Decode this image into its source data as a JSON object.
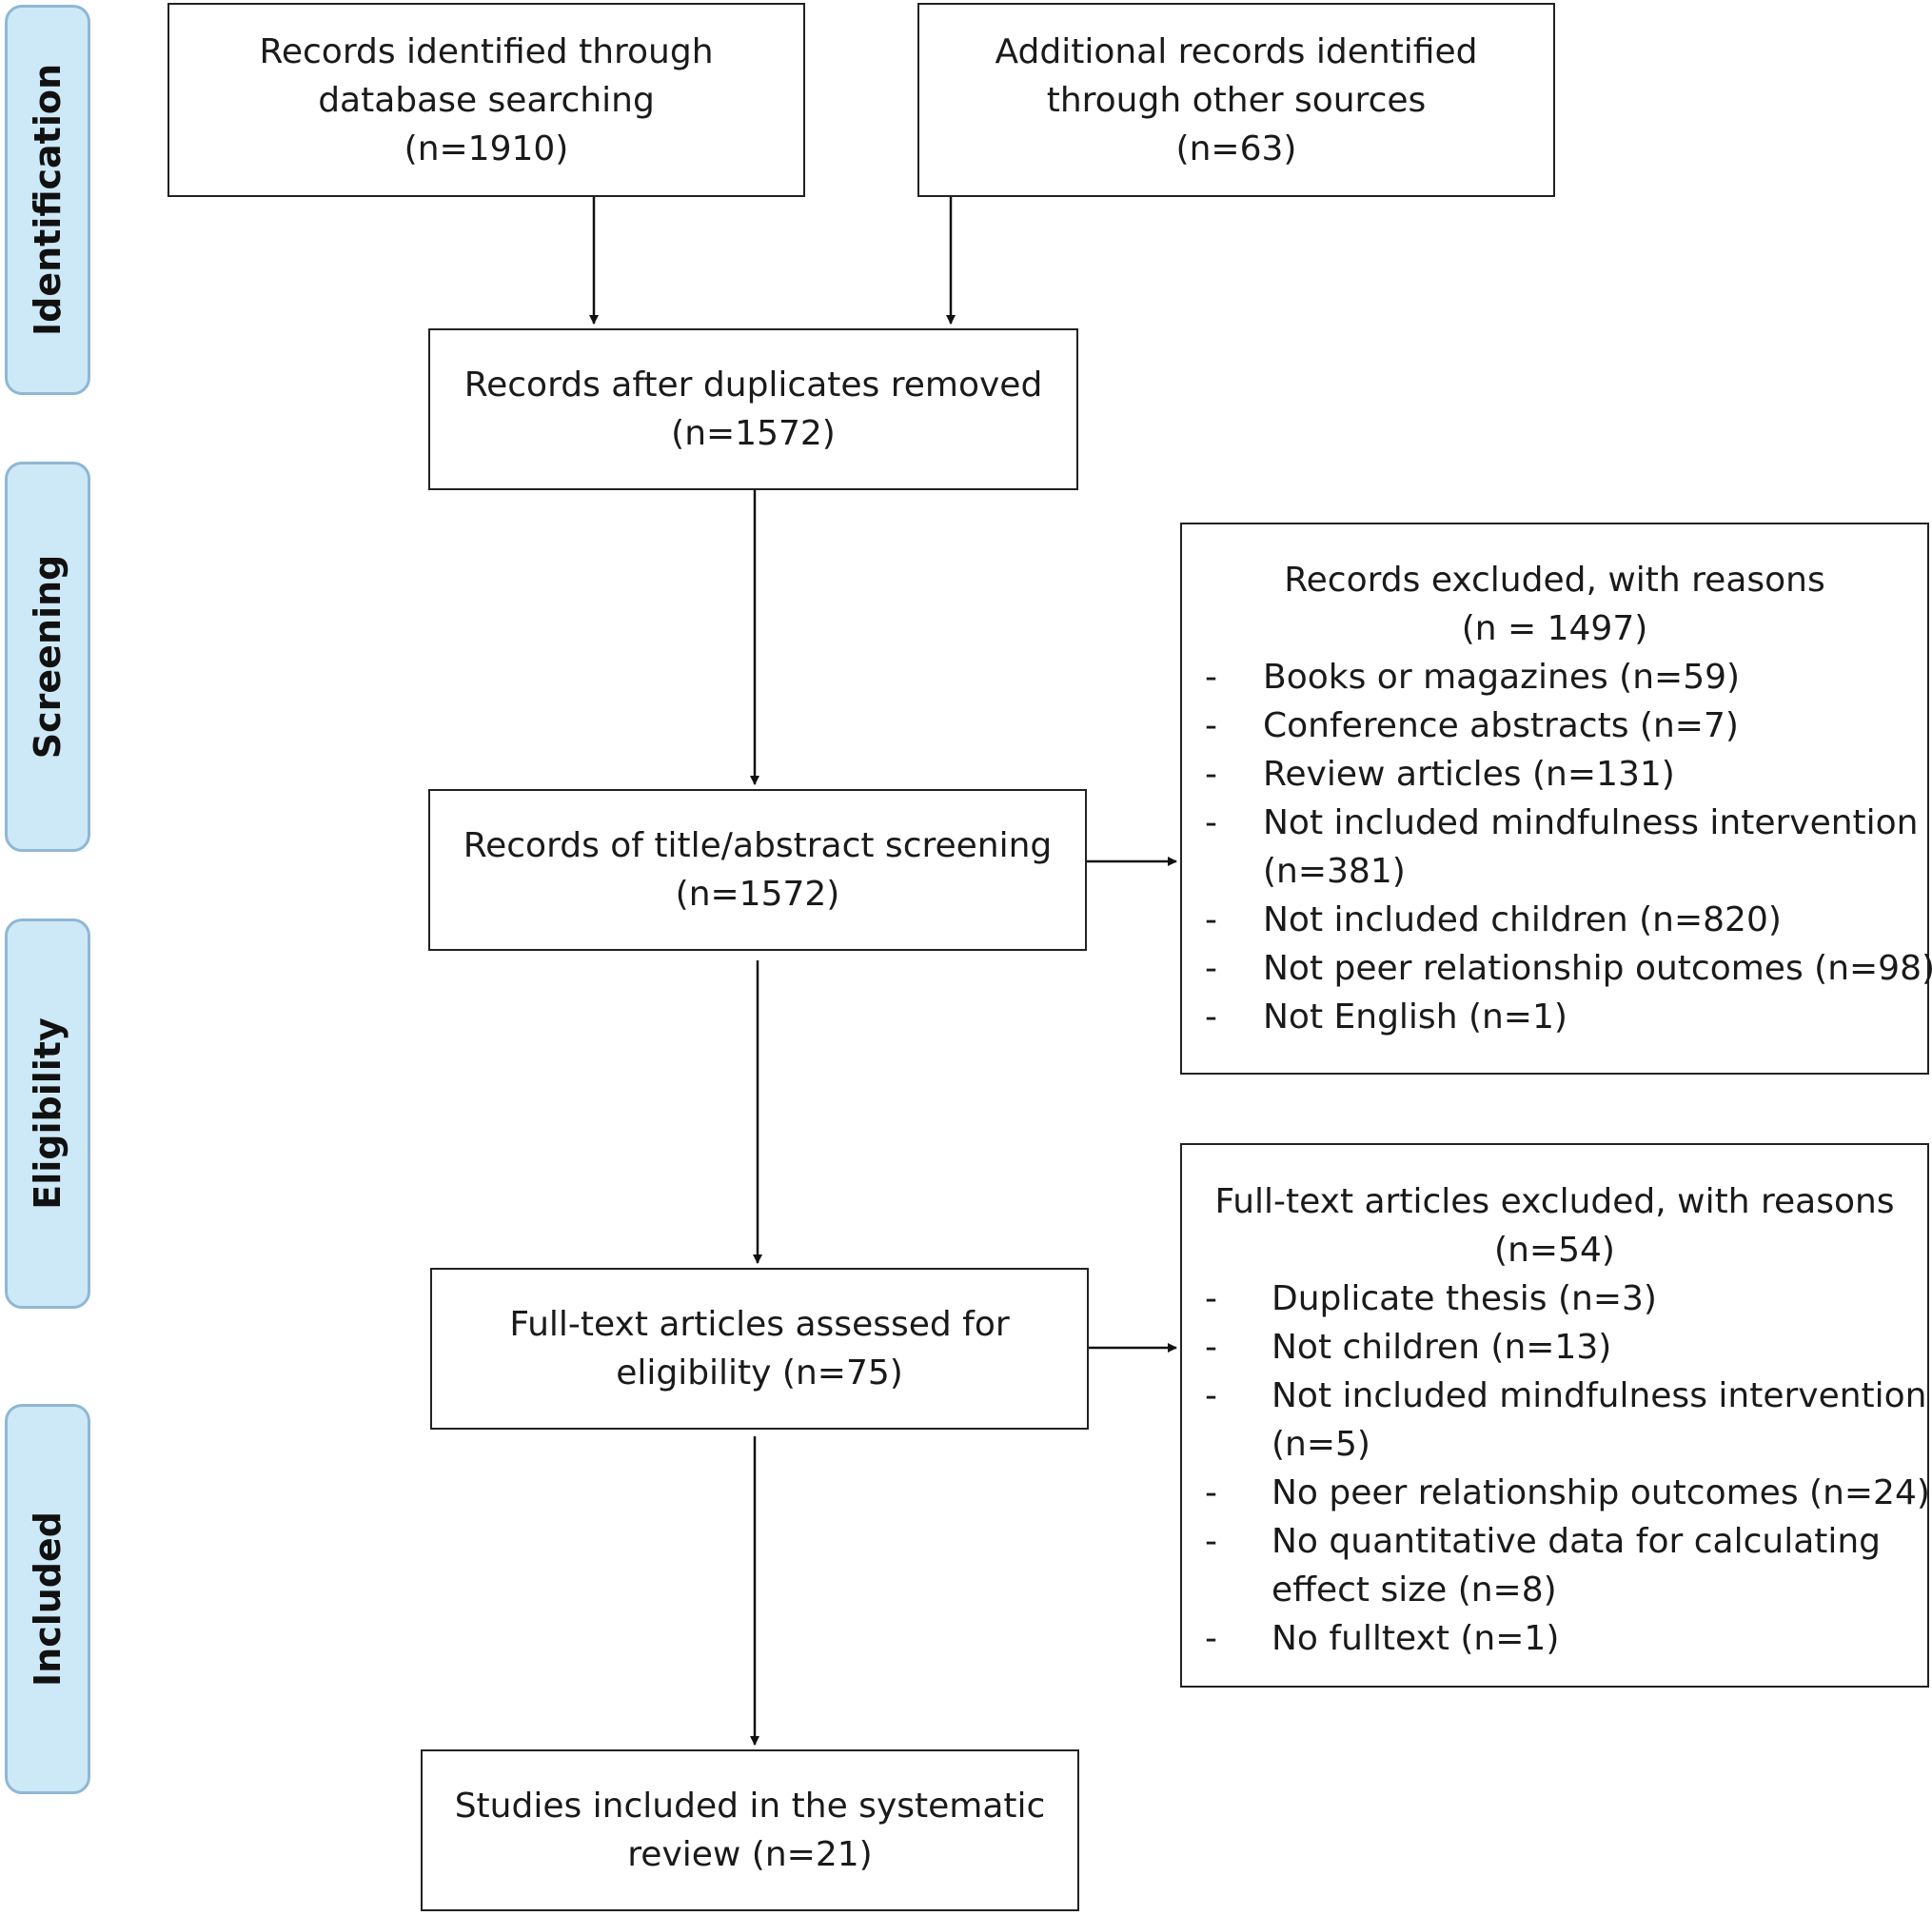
{
  "stages": {
    "identification": "Identification",
    "screening": "Screening",
    "eligibility": "Eligibility",
    "included": "Included"
  },
  "boxes": {
    "database": [
      "Records identified through",
      "database searching",
      "(n=1910)"
    ],
    "other_sources": [
      "Additional records identified",
      "through other sources",
      "(n=63)"
    ],
    "duplicates_removed": [
      "Records after duplicates removed",
      "(n=1572)"
    ],
    "title_abstract": [
      "Records of title/abstract screening",
      "(n=1572)"
    ],
    "fulltext_assessed": [
      "Full-text articles assessed for",
      "eligibility (n=75)"
    ],
    "included_studies": [
      "Studies included in the systematic",
      "review (n=21)"
    ]
  },
  "screening_exclusions": {
    "heading": [
      "Records excluded, with reasons",
      "(n = 1497)"
    ],
    "reasons": [
      [
        "Books or magazines (n=59)"
      ],
      [
        "Conference abstracts (n=7)"
      ],
      [
        "Review articles (n=131)"
      ],
      [
        "Not included mindfulness intervention",
        "(n=381)"
      ],
      [
        "Not included children (n=820)"
      ],
      [
        "Not peer relationship outcomes (n=98)"
      ],
      [
        "Not English (n=1)"
      ]
    ]
  },
  "fulltext_exclusions": {
    "heading": [
      "Full-text articles excluded, with reasons",
      "(n=54)"
    ],
    "reasons": [
      [
        "Duplicate thesis (n=3)"
      ],
      [
        "Not children (n=13)"
      ],
      [
        "Not included mindfulness intervention",
        "(n=5)"
      ],
      [
        "No peer relationship outcomes (n=24)"
      ],
      [
        "No quantitative data for calculating",
        "effect size (n=8)"
      ],
      [
        "No fulltext (n=1)"
      ]
    ]
  },
  "list_marker": "-",
  "colors": {
    "stage_fill": "#cde8f7",
    "stage_border": "#8fb7d6",
    "box_border": "#222222",
    "arrow": "#111111"
  }
}
